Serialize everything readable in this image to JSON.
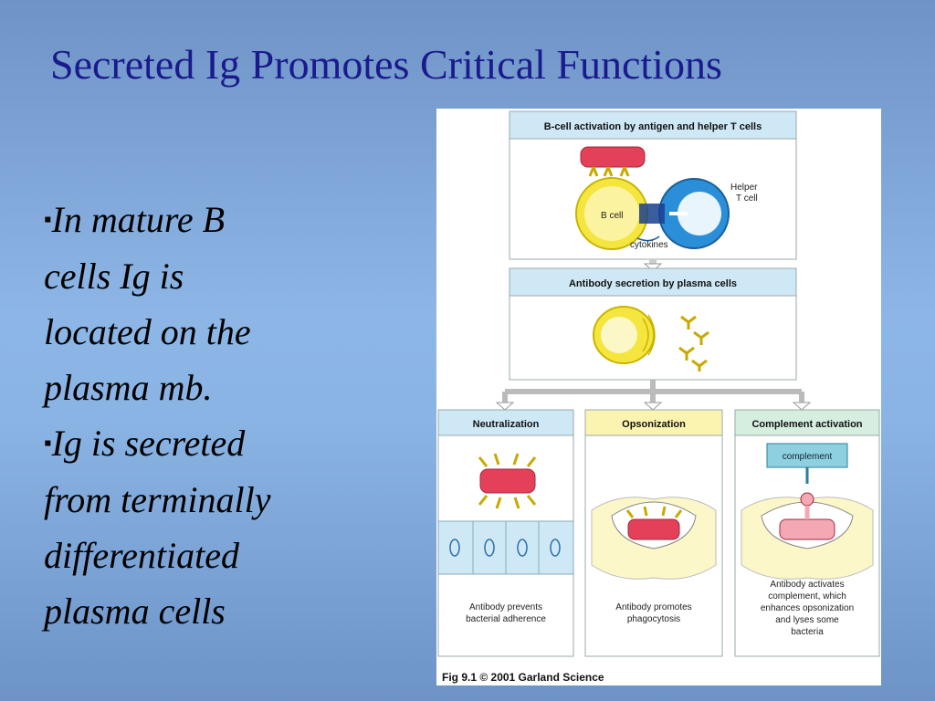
{
  "slide": {
    "title": "Secreted Ig Promotes Critical Functions",
    "bullets": [
      {
        "marker": "▪",
        "lines": [
          "In mature B",
          "cells Ig is",
          "located on the",
          "plasma mb."
        ]
      },
      {
        "marker": "▪",
        "lines": [
          "Ig is secreted",
          "from terminally",
          "differentiated",
          "plasma cells"
        ]
      }
    ]
  },
  "figure": {
    "panel1_header": "B-cell activation by antigen and helper T cells",
    "b_cell_label": "B cell",
    "helper_t_label_1": "Helper",
    "helper_t_label_2": "T cell",
    "cytokines_label": "cytokines",
    "panel2_header": "Antibody secretion by plasma cells",
    "neutralization_header": "Neutralization",
    "opsonization_header": "Opsonization",
    "complement_header": "Complement activation",
    "complement_box": "complement",
    "neutralization_caption": [
      "Antibody prevents",
      "bacterial adherence"
    ],
    "opsonization_caption": [
      "Antibody promotes",
      "phagocytosis"
    ],
    "complement_caption": [
      "Antibody activates",
      "complement, which",
      "enhances opsonization",
      "and lyses some",
      "bacteria"
    ],
    "credit": "Fig 9.1  © 2001 Garland Science",
    "colors": {
      "header_blue": "#cfe8f5",
      "header_yellow": "#fbf4b0",
      "header_green": "#d5eee0",
      "bacteria_red": "#e4405a",
      "antibody_yellow": "#f2dc3a",
      "t_cell_blue": "#2a8fd8"
    }
  }
}
